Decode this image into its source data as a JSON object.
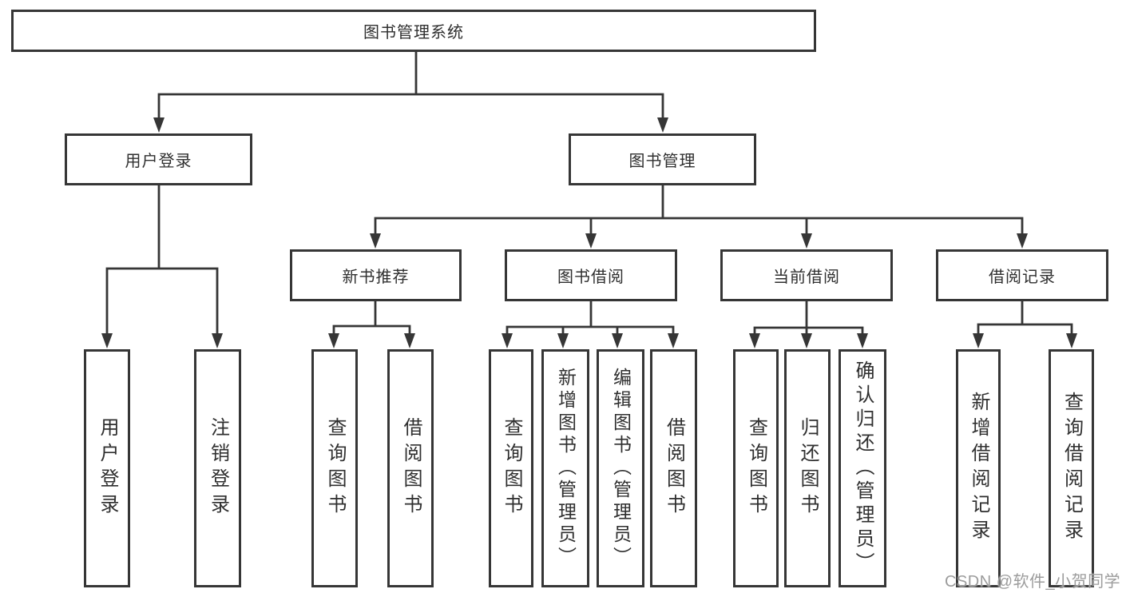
{
  "diagram": {
    "watermark": "CSDN @软件_小贺同学",
    "colors": {
      "line": "#363636",
      "box_border": "#363636",
      "text": "#2f2f2f",
      "background": "#ffffff",
      "watermark_text": "#9c9c9c"
    },
    "nodes": {
      "root": {
        "label": "图书管理系统"
      },
      "user_login": {
        "label": "用户登录"
      },
      "book_mgmt": {
        "label": "图书管理"
      },
      "new_book_rec": {
        "label": "新书推荐"
      },
      "book_borrow": {
        "label": "图书借阅"
      },
      "current_borrow": {
        "label": "当前借阅"
      },
      "borrow_record": {
        "label": "借阅记录"
      },
      "leaf_user_login": {
        "label": "用户登录"
      },
      "leaf_logout": {
        "label": "注销登录"
      },
      "leaf_rec_query_book": {
        "label": "查询图书"
      },
      "leaf_rec_borrow_book": {
        "label": "借阅图书"
      },
      "leaf_bb_query_book": {
        "label": "查询图书"
      },
      "leaf_bb_add_book": {
        "label": "新增图书（管理员）"
      },
      "leaf_bb_edit_book": {
        "label": "编辑图书（管理员）"
      },
      "leaf_bb_borrow_book": {
        "label": "借阅图书"
      },
      "leaf_cb_query_book": {
        "label": "查询图书"
      },
      "leaf_cb_return_book": {
        "label": "归还图书"
      },
      "leaf_cb_confirm_return": {
        "label": "确认归还（管理员）"
      },
      "leaf_br_add_record": {
        "label": "新增借阅记录"
      },
      "leaf_br_query_record": {
        "label": "查询借阅记录"
      }
    }
  }
}
